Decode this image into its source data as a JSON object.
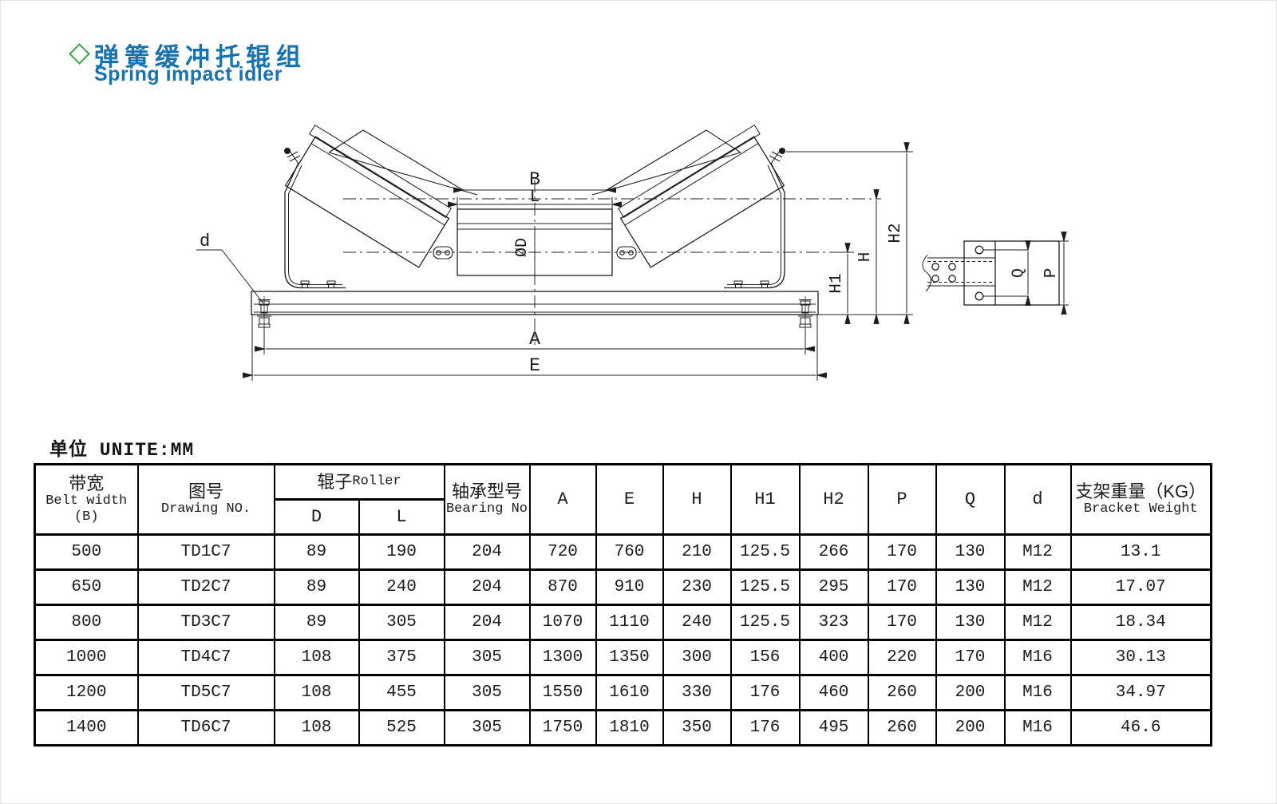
{
  "title": {
    "zh": "弹簧缓冲托辊组",
    "en": "Spring impact idler",
    "accent_blue": "#1673b0",
    "diamond_green": "#3aa44a"
  },
  "unit_note": "单位 UNITE:MM",
  "drawing": {
    "line_color": "#1c1c1c",
    "labels": {
      "B": "B",
      "L": "L",
      "phi_d": "ØD",
      "d": "d",
      "A": "A",
      "E": "E",
      "H1": "H1",
      "H": "H",
      "H2": "H2",
      "Q": "Q",
      "P": "P"
    }
  },
  "table": {
    "headers": {
      "belt_width": {
        "zh": "带宽",
        "en": "Belt width",
        "sub": "(B)"
      },
      "drawing_no": {
        "zh": "图号",
        "en": "Drawing NO."
      },
      "roller": {
        "zh": "辊子",
        "en": "Roller",
        "d": "D",
        "l": "L"
      },
      "bearing": {
        "zh": "轴承型号",
        "en": "Bearing No"
      },
      "dims": [
        "A",
        "E",
        "H",
        "H1",
        "H2",
        "P",
        "Q",
        "d"
      ],
      "bracket_weight": {
        "zh": "支架重量（KG）",
        "en": "Bracket Weight"
      }
    },
    "rows": [
      [
        "500",
        "TD1C7",
        "89",
        "190",
        "204",
        "720",
        "760",
        "210",
        "125.5",
        "266",
        "170",
        "130",
        "M12",
        "13.1"
      ],
      [
        "650",
        "TD2C7",
        "89",
        "240",
        "204",
        "870",
        "910",
        "230",
        "125.5",
        "295",
        "170",
        "130",
        "M12",
        "17.07"
      ],
      [
        "800",
        "TD3C7",
        "89",
        "305",
        "204",
        "1070",
        "1110",
        "240",
        "125.5",
        "323",
        "170",
        "130",
        "M12",
        "18.34"
      ],
      [
        "1000",
        "TD4C7",
        "108",
        "375",
        "305",
        "1300",
        "1350",
        "300",
        "156",
        "400",
        "220",
        "170",
        "M16",
        "30.13"
      ],
      [
        "1200",
        "TD5C7",
        "108",
        "455",
        "305",
        "1550",
        "1610",
        "330",
        "176",
        "460",
        "260",
        "200",
        "M16",
        "34.97"
      ],
      [
        "1400",
        "TD6C7",
        "108",
        "525",
        "305",
        "1750",
        "1810",
        "350",
        "176",
        "495",
        "260",
        "200",
        "M16",
        "46.6"
      ]
    ]
  }
}
